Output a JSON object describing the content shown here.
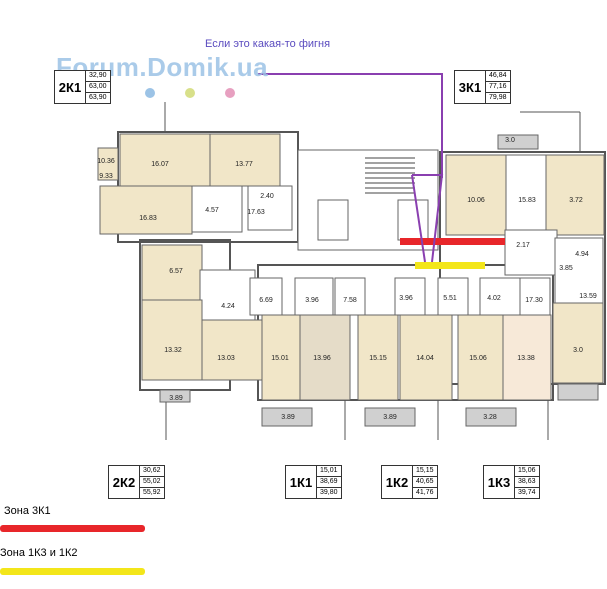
{
  "watermark": "Forum.Domik.ua",
  "annotation": "Если это какая-то фигня",
  "apartments": [
    {
      "code": "2К1",
      "values": [
        "32,90",
        "63,00",
        "63,90"
      ]
    },
    {
      "code": "3К1",
      "values": [
        "46,84",
        "77,16",
        "79,98"
      ]
    },
    {
      "code": "2К2",
      "values": [
        "30,62",
        "55,02",
        "55,92"
      ]
    },
    {
      "code": "1К1",
      "values": [
        "15,01",
        "38,69",
        "39,80"
      ]
    },
    {
      "code": "1К2",
      "values": [
        "15,15",
        "40,65",
        "41,76"
      ]
    },
    {
      "code": "1К3",
      "values": [
        "15,06",
        "38,63",
        "39,74"
      ]
    }
  ],
  "rooms": [
    "16,07",
    "13,77",
    "10,36",
    "16,83",
    "4,57",
    "2,40",
    "17,63",
    "10,06",
    "15,83",
    "3,72",
    "3,0",
    "9,33",
    "2,17",
    "4,94",
    "3,85",
    "13,59",
    "6,57",
    "4,24",
    "6,69",
    "3,96",
    "7,58",
    "3,96",
    "5,51",
    "4,02",
    "17,30",
    "13,32",
    "13,03",
    "15,01",
    "13,96",
    "15,15",
    "14,04",
    "15,06",
    "13,38",
    "3,0",
    "3,89",
    "3,89",
    "3,89",
    "3,28"
  ],
  "rooms_fixed": [
    "16.07",
    "13.77",
    "10.36",
    "16.83",
    "4.57",
    "2.40",
    "17.63",
    "10.06",
    "15.83",
    "3.72",
    "3.0",
    "9.33",
    "2.17",
    "4.94",
    "3.85",
    "13.59",
    "6.57",
    "4.24",
    "6.69",
    "3.96",
    "7.58",
    "3.96",
    "5.51",
    "4.02",
    "17.30",
    "13.32",
    "13.03",
    "15.01",
    "13.96",
    "15.15",
    "14.04",
    "15.06",
    "13.38",
    "3.0",
    "3.89",
    "3.89",
    "3.89",
    "3.28"
  ],
  "legend": [
    {
      "label": "Зона 3К1",
      "color": "#e8262a"
    },
    {
      "label": "Зона 1К3 и 1К2",
      "color": "#f3e61a"
    }
  ],
  "colors": {
    "room_fill": "#f1e6c8",
    "room_fill_alt": "#e7ddc2",
    "wall": "#555555",
    "annotation": "#8a3fb0"
  }
}
